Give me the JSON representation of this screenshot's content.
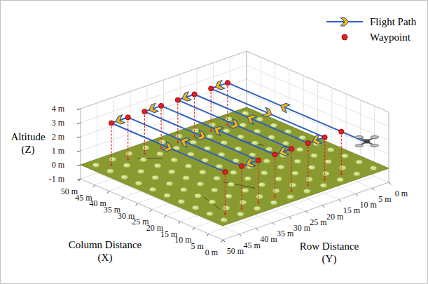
{
  "diagram": {
    "labels": [
      "4 m",
      "3 m",
      "2 m",
      "1 m",
      "0 m",
      "-1 m",
      "50 m",
      "45 m",
      "40 m",
      "35 m",
      "30 m",
      "25 m",
      "20 m",
      "15 m",
      "10 m",
      "5 m",
      "0 m",
      "0 m",
      "5 m",
      "10 m",
      "15 m",
      "20 m",
      "25 m",
      "30 m",
      "35 m",
      "40 m",
      "45 m",
      "50 m",
      "Altitude (Z)",
      "Column Distance (X)",
      "Row Distance (Y)"
    ],
    "legend": [
      {
        "text": "Flight Path"
      },
      {
        "text": "Waypoint"
      }
    ]
  }
}
